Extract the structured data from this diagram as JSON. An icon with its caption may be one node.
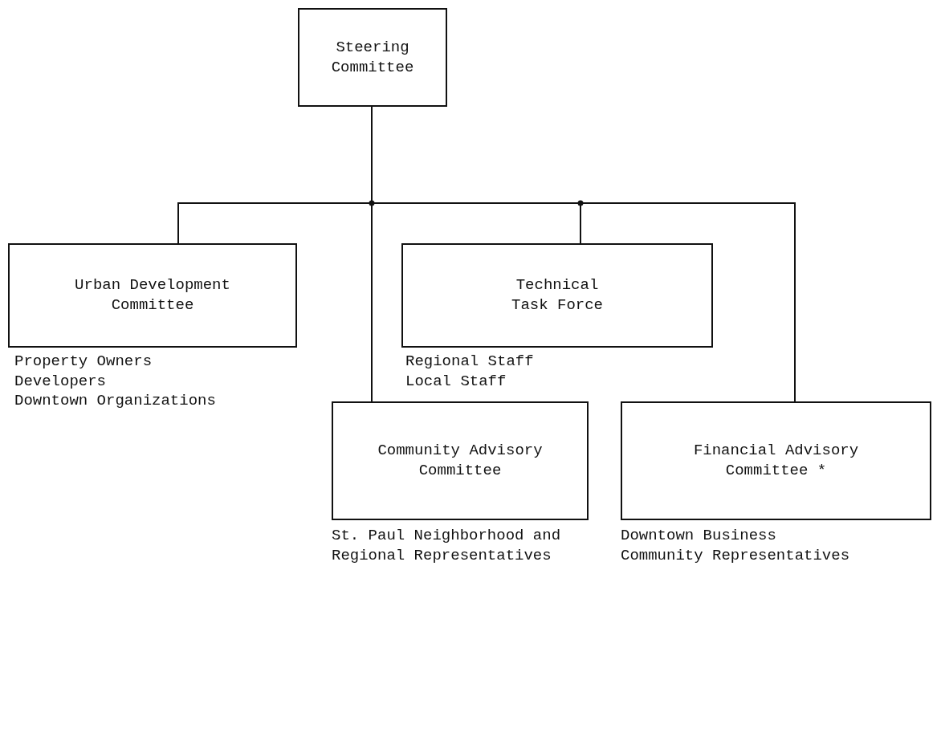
{
  "diagram": {
    "nodes": [
      {
        "text": [
          "Steering Committee"
        ]
      },
      {
        "text": [
          "Urban Development Committee"
        ],
        "beside": [
          "Property Owners",
          "Developers",
          "Downtown Organizations"
        ]
      },
      {
        "text": [
          "Technical Task Force"
        ],
        "beside": [
          "Regional Staff",
          "Local Staff"
        ]
      },
      {
        "text": [
          "Community Advisory Committee"
        ],
        "beside": [
          "St. Paul Neighborhood and Regional Representatives"
        ]
      },
      {
        "text": [
          "Financial Advisory Committee *"
        ],
        "beside": [
          "Downtown Business",
          "Community Representatives"
        ]
      }
    ],
    "edges": [
      {
        "from": 0,
        "to": 1,
        "arrow": "none"
      },
      {
        "from": 0,
        "to": 3,
        "arrow": "none"
      },
      {
        "from": 0,
        "to": 2,
        "arrow": "none"
      },
      {
        "from": 0,
        "to": 4,
        "arrow": "none"
      }
    ]
  }
}
